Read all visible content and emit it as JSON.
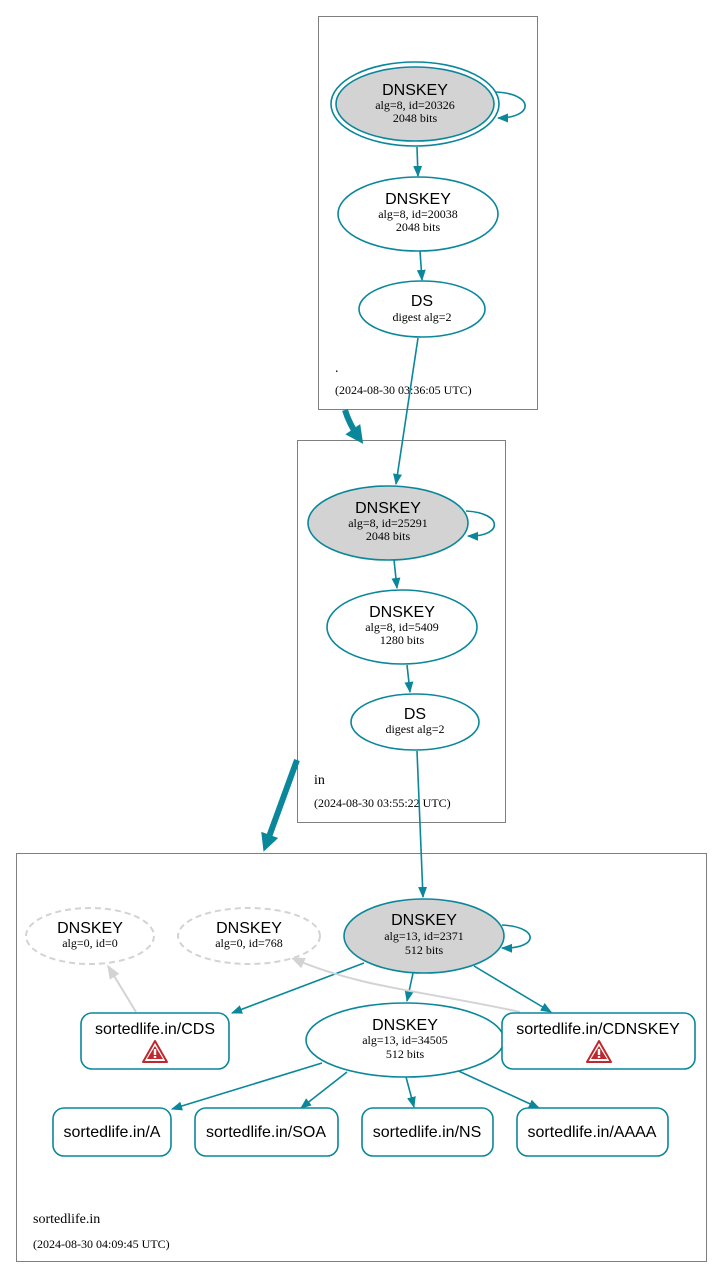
{
  "colors": {
    "edge": "#0a879a",
    "node_stroke": "#0a879a",
    "ksk_fill": "#d3d3d3",
    "inactive": "#d3d3d3",
    "box": "#7f7f7f",
    "warning": "#c0282d"
  },
  "zones": {
    "root": {
      "name": ".",
      "timestamp": "(2024-08-30 03:36:05 UTC)"
    },
    "in": {
      "name": "in",
      "timestamp": "(2024-08-30 03:55:22 UTC)"
    },
    "sortedlife": {
      "name": "sortedlife.in",
      "timestamp": "(2024-08-30 04:09:45 UTC)"
    }
  },
  "nodes": {
    "root_ksk": {
      "title": "DNSKEY",
      "line1": "alg=8, id=20326",
      "line2": "2048 bits"
    },
    "root_zsk": {
      "title": "DNSKEY",
      "line1": "alg=8, id=20038",
      "line2": "2048 bits"
    },
    "root_ds": {
      "title": "DS",
      "line1": "digest alg=2"
    },
    "in_ksk": {
      "title": "DNSKEY",
      "line1": "alg=8, id=25291",
      "line2": "2048 bits"
    },
    "in_zsk": {
      "title": "DNSKEY",
      "line1": "alg=8, id=5409",
      "line2": "1280 bits"
    },
    "in_ds": {
      "title": "DS",
      "line1": "digest alg=2"
    },
    "sl_ksk": {
      "title": "DNSKEY",
      "line1": "alg=13, id=2371",
      "line2": "512 bits"
    },
    "sl_zsk": {
      "title": "DNSKEY",
      "line1": "alg=13, id=34505",
      "line2": "512 bits"
    },
    "sl_cds_key": {
      "title": "DNSKEY",
      "line1": "alg=0, id=0"
    },
    "sl_cdnskey_key": {
      "title": "DNSKEY",
      "line1": "alg=0, id=768"
    }
  },
  "records": {
    "cds": "sortedlife.in/CDS",
    "cdnskey": "sortedlife.in/CDNSKEY",
    "a": "sortedlife.in/A",
    "soa": "sortedlife.in/SOA",
    "ns": "sortedlife.in/NS",
    "aaaa": "sortedlife.in/AAAA"
  },
  "icons": {
    "warning": "warning-triangle-icon"
  }
}
